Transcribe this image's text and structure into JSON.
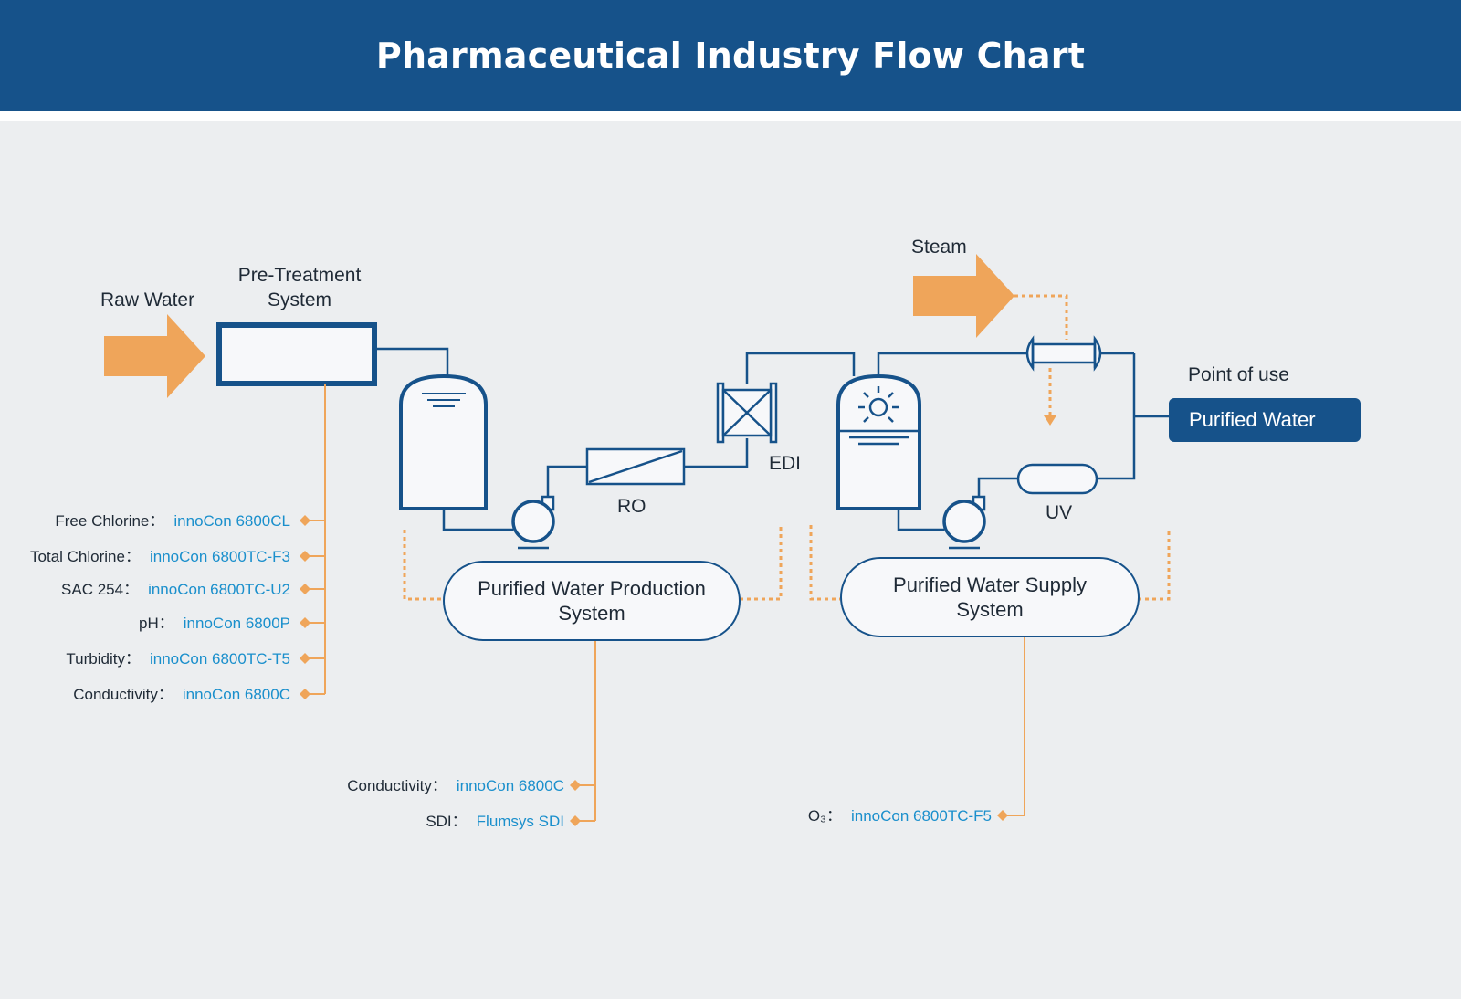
{
  "title": "Pharmaceutical Industry Flow Chart",
  "colors": {
    "header": "#16528a",
    "line": "#16528a",
    "accent": "#efa55a",
    "value": "#1a8fcc",
    "background": "#eceef0"
  },
  "labels": {
    "raw_water": "Raw Water",
    "pretreatment_line1": "Pre-Treatment",
    "pretreatment_line2": "System",
    "steam": "Steam",
    "point_of_use": "Point of use",
    "purified_water": "Purified Water",
    "ro": "RO",
    "edi": "EDI",
    "uv": "UV"
  },
  "systems": {
    "production": {
      "line1": "Purified Water Production",
      "line2": "System"
    },
    "supply": {
      "line1": "Purified Water Supply",
      "line2": "System"
    }
  },
  "pretreatment_measurements": [
    {
      "label": "Free Chlorine：",
      "value": "innoCon 6800CL"
    },
    {
      "label": "Total Chlorine：",
      "value": "innoCon 6800TC-F3"
    },
    {
      "label": "SAC 254：",
      "value": "innoCon 6800TC-U2"
    },
    {
      "label": "pH：",
      "value": "innoCon 6800P"
    },
    {
      "label": "Turbidity：",
      "value": "innoCon 6800TC-T5"
    },
    {
      "label": "Conductivity：",
      "value": "innoCon 6800C"
    }
  ],
  "production_measurements": [
    {
      "label": "Conductivity：",
      "value": "innoCon 6800C"
    },
    {
      "label": "SDI：",
      "value": "Flumsys SDI"
    }
  ],
  "supply_measurements": [
    {
      "label": "O₃：",
      "value": "innoCon 6800TC-F5"
    }
  ]
}
